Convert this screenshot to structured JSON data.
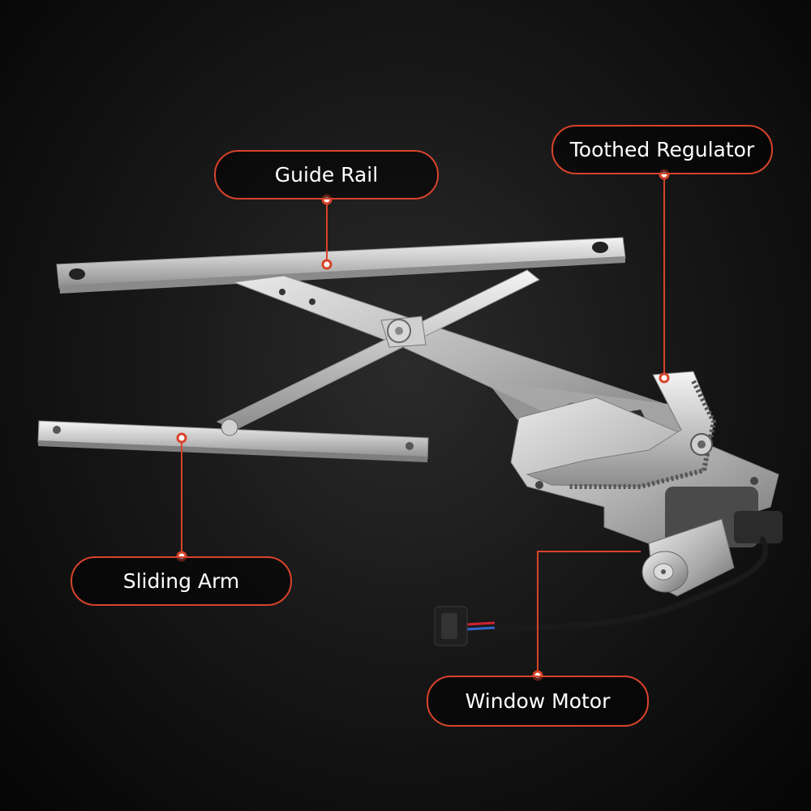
{
  "callouts": {
    "guide_rail": "Guide Rail",
    "toothed_regulator": "Toothed Regulator",
    "sliding_arm": "Sliding Arm",
    "window_motor": "Window Motor"
  },
  "colors": {
    "accent": "#d8432b",
    "background": "#111111",
    "label_text": "#ffffff"
  }
}
